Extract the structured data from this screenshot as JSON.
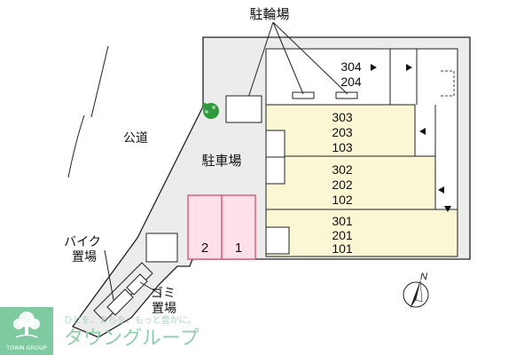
{
  "labels": {
    "bicycle_parking": "駐輪場",
    "public_road": "公道",
    "parking_lot": "駐車場",
    "bike_parking_line1": "バイク",
    "bike_parking_line2": "置場",
    "garbage_line1": "ゴミ",
    "garbage_line2": "置場",
    "north": "N"
  },
  "units": {
    "row_top": [
      "304",
      "204"
    ],
    "row_3": [
      "303",
      "203",
      "103"
    ],
    "row_2": [
      "302",
      "202",
      "102"
    ],
    "row_1": [
      "301",
      "201",
      "101"
    ]
  },
  "parking_spaces": [
    "2",
    "1"
  ],
  "logo": {
    "tagline": "ひとを、まちを、もっと豊かに。",
    "brand": "タウングループ",
    "brand_en": "TOWN GROUP"
  },
  "colors": {
    "building": "#fbf6d3",
    "lot": "#ececec",
    "parking_space": "#fde0ea",
    "parking_border": "#e04c6c",
    "logo_green": "#7fcaa0"
  }
}
